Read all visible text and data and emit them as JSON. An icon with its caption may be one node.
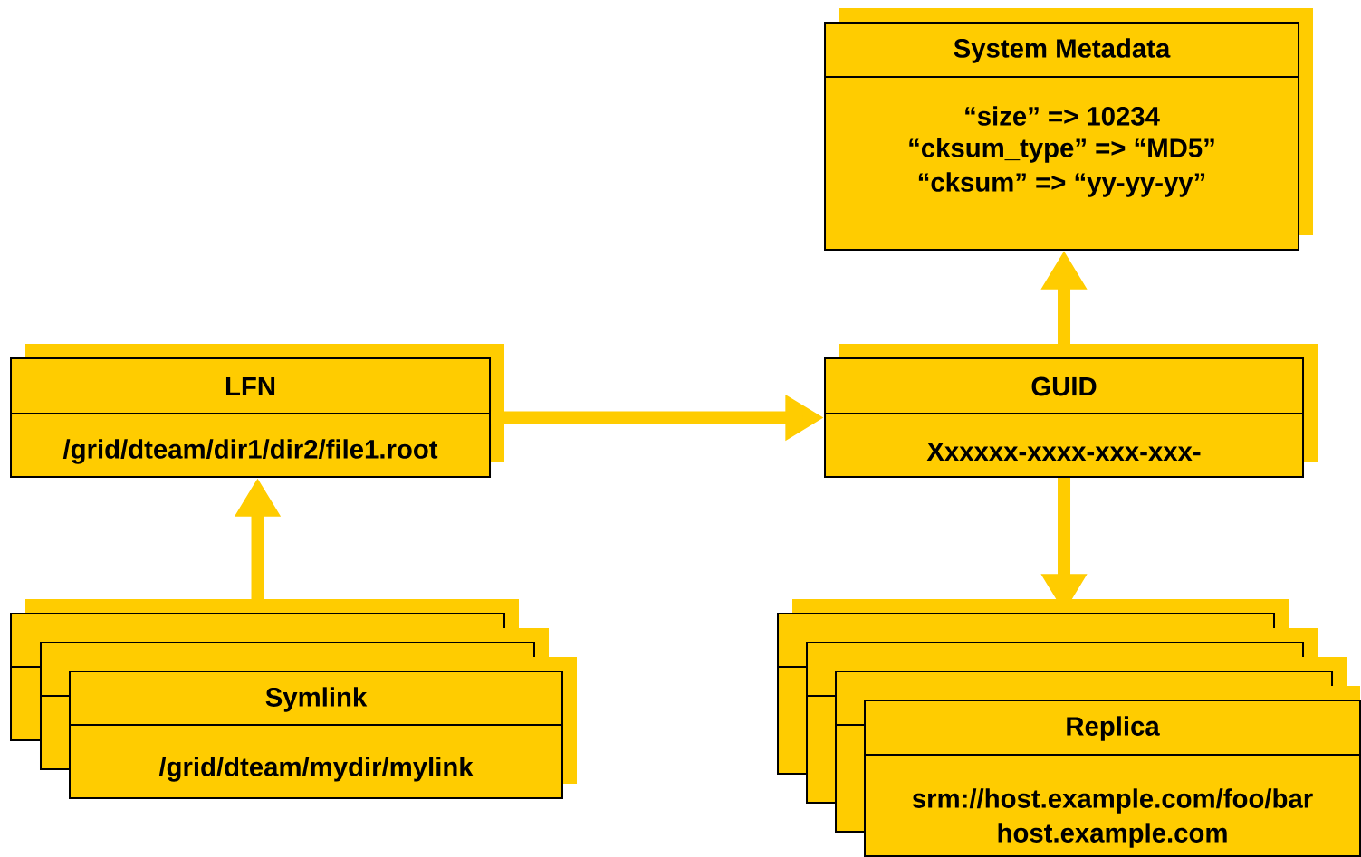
{
  "diagram": {
    "nodes": [
      {
        "text": [
          "System Metadata",
          "“size” => 10234",
          "“cksum_type” => “MD5”",
          "“cksum” => “yy-yy-yy”"
        ]
      },
      {
        "text": [
          "LFN",
          "/grid/dteam/dir1/dir2/file1.root"
        ]
      },
      {
        "text": [
          "GUID",
          "Xxxxxx-xxxx-xxx-xxx-"
        ]
      },
      {
        "text": [],
        "shape": "box"
      },
      {
        "text": [],
        "shape": "box"
      },
      {
        "text": [
          "Symlink",
          "/grid/dteam/mydir/mylink"
        ]
      },
      {
        "text": [],
        "shape": "box"
      },
      {
        "text": [],
        "shape": "box"
      },
      {
        "text": [],
        "shape": "box"
      },
      {
        "text": [
          "Replica",
          "srm://host.example.com/foo/bar",
          "host.example.com"
        ]
      }
    ],
    "edges": [
      {
        "from": 1,
        "to": 2,
        "arrow": "to"
      },
      {
        "from": 3,
        "to": 1,
        "arrow": "to"
      },
      {
        "from": 2,
        "to": 0,
        "arrow": "to"
      },
      {
        "from": 2,
        "to": 6,
        "arrow": "to"
      }
    ]
  }
}
